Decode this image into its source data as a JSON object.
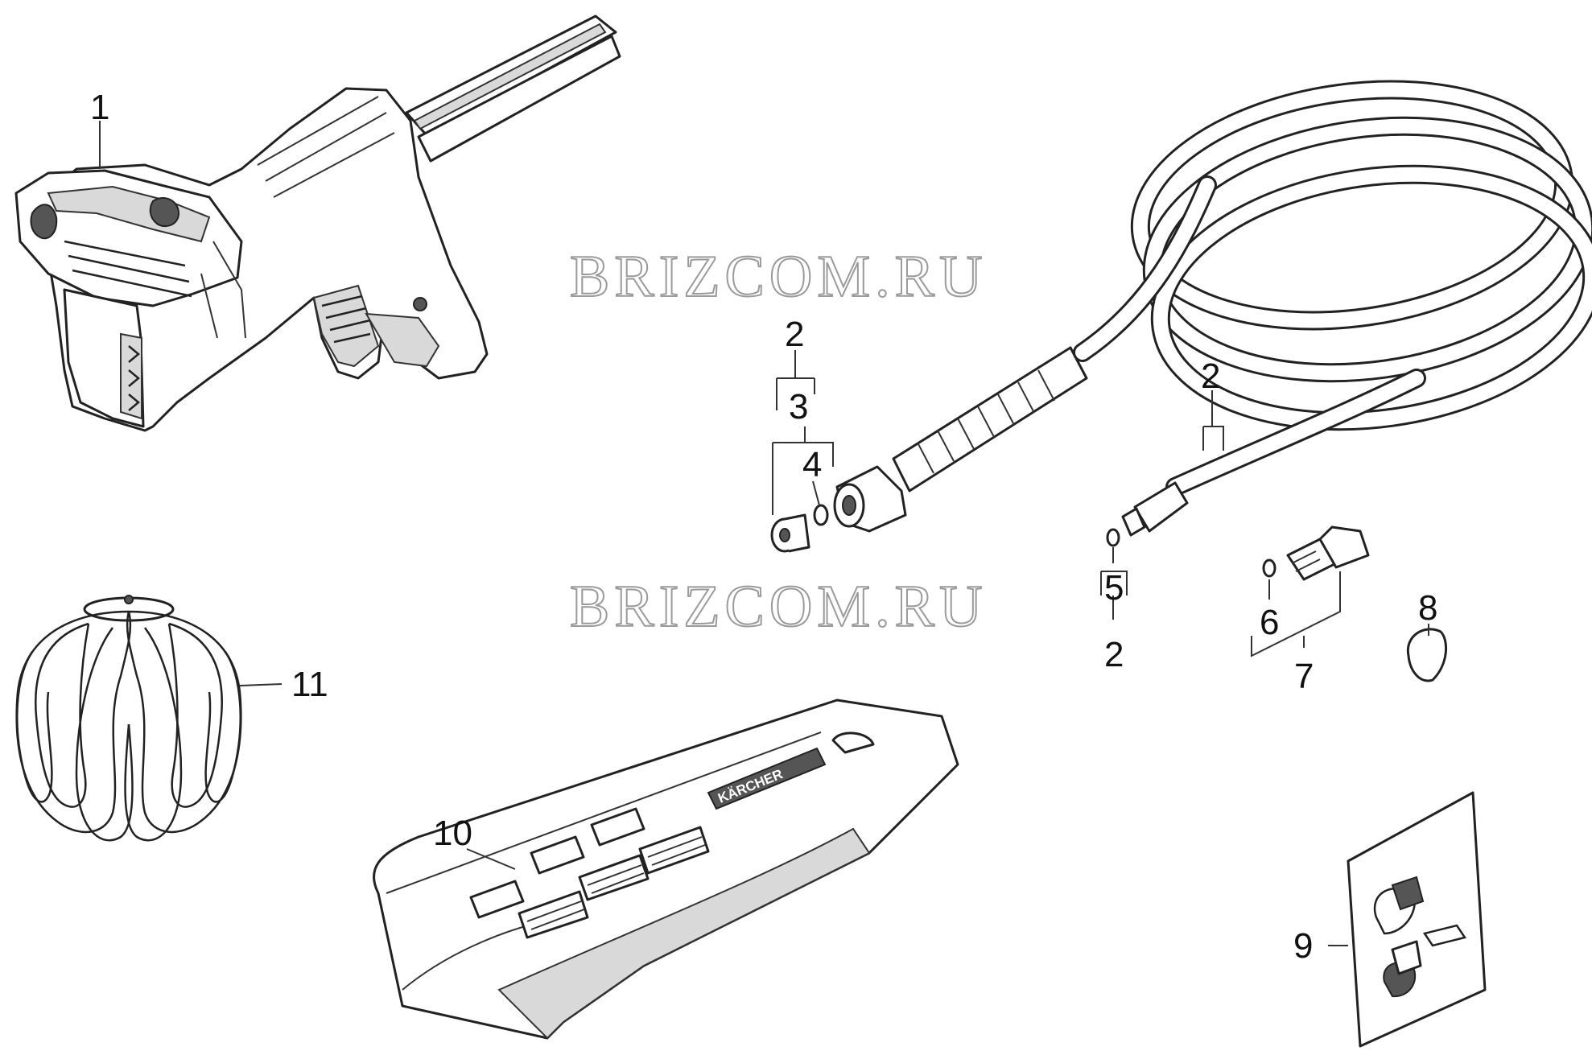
{
  "watermark": [
    "BRIZCOM.RU",
    "BRIZCOM.RU"
  ],
  "callouts": {
    "c1": "1",
    "c2a": "2",
    "c3": "3",
    "c4": "4",
    "c2b": "2",
    "c5": "5",
    "c2c": "2",
    "c6": "6",
    "c7": "7",
    "c8": "8",
    "c9": "9",
    "c10": "10",
    "c11": "11"
  },
  "brand_label": "KÄRCHER"
}
